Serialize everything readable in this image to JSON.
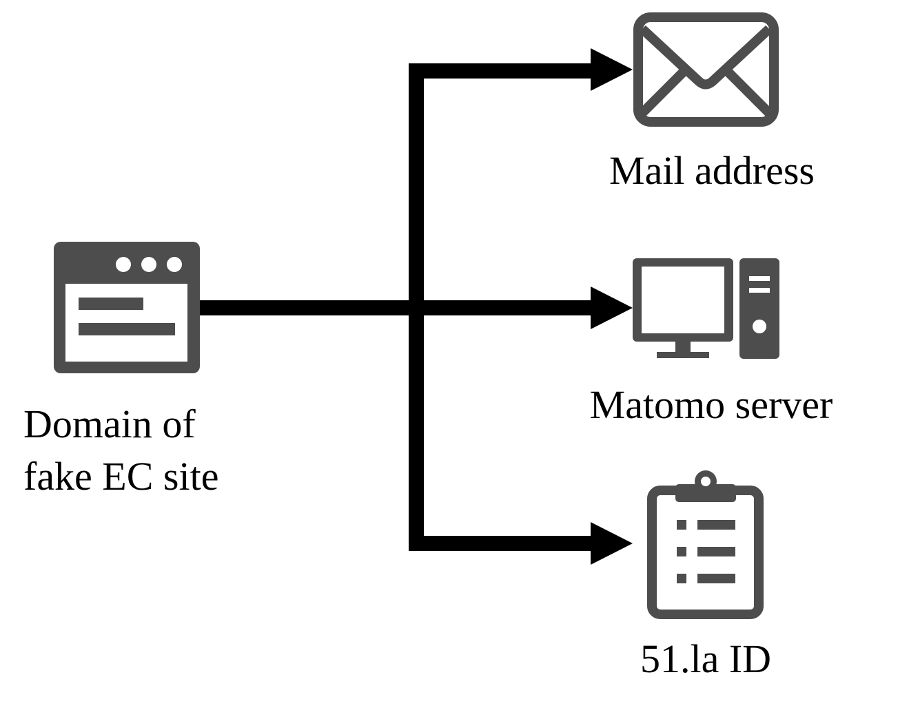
{
  "source": {
    "icon": "browser-window-icon",
    "label_lines": [
      "Domain of",
      "fake EC site"
    ]
  },
  "targets": [
    {
      "icon": "envelope-icon",
      "label": "Mail address"
    },
    {
      "icon": "desktop-computer-icon",
      "label": "Matomo server"
    },
    {
      "icon": "clipboard-list-icon",
      "label": "51.la ID"
    }
  ],
  "colors": {
    "icon": "#4d4d4d",
    "arrow": "#000000",
    "background": "#ffffff"
  }
}
